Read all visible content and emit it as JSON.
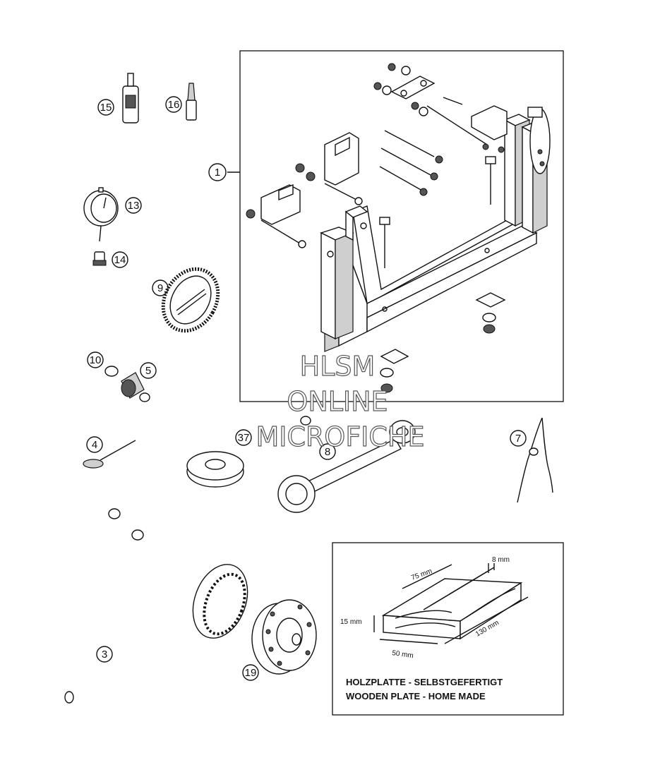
{
  "callouts": {
    "c1": "1",
    "c3": "3",
    "c4": "4",
    "c5": "5",
    "c7": "7",
    "c8": "8",
    "c9": "9",
    "c10": "10",
    "c13": "13",
    "c14": "14",
    "c15": "15",
    "c16": "16",
    "c19": "19",
    "c37": "37"
  },
  "inset": {
    "dim_8mm": "8 mm",
    "dim_75mm": "75 mm",
    "dim_15mm": "15 mm",
    "dim_130mm": "130 mm",
    "dim_50mm": "50 mm",
    "caption_de": "HOLZPLATTE - SELBSTGEFERTIGT",
    "caption_en": "WOODEN PLATE - HOME MADE"
  },
  "watermark": {
    "line1": "HLSM",
    "line2": "ONLINE",
    "line3": "MICROFICHE"
  }
}
